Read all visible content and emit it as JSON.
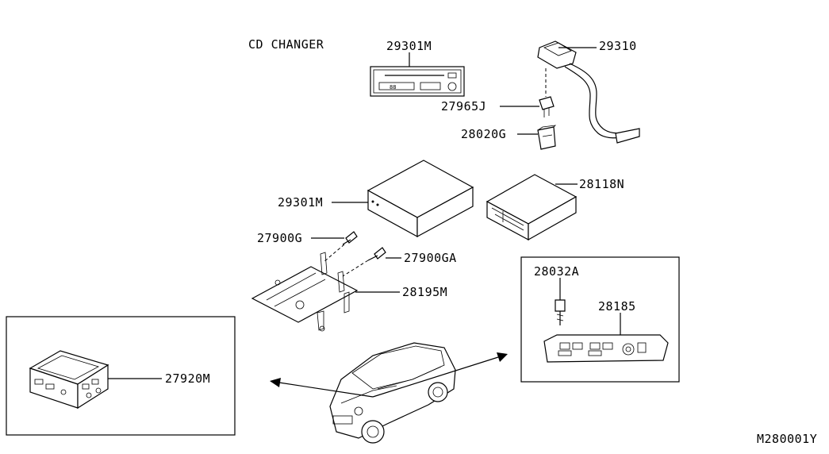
{
  "diagram": {
    "section_title": "CD CHANGER",
    "diagram_code": "M280001Y",
    "parts": {
      "head_unit_top": "29301M",
      "harness": "29310",
      "fuse": "27965J",
      "fuse_holder": "28020G",
      "cd_changer": "29301M",
      "cd_case": "28118N",
      "screw_a": "27900G",
      "screw_b": "27900GA",
      "bracket": "28195M",
      "screw_c": "28032A",
      "switch_panel": "28185",
      "amplifier": "27920M"
    }
  }
}
